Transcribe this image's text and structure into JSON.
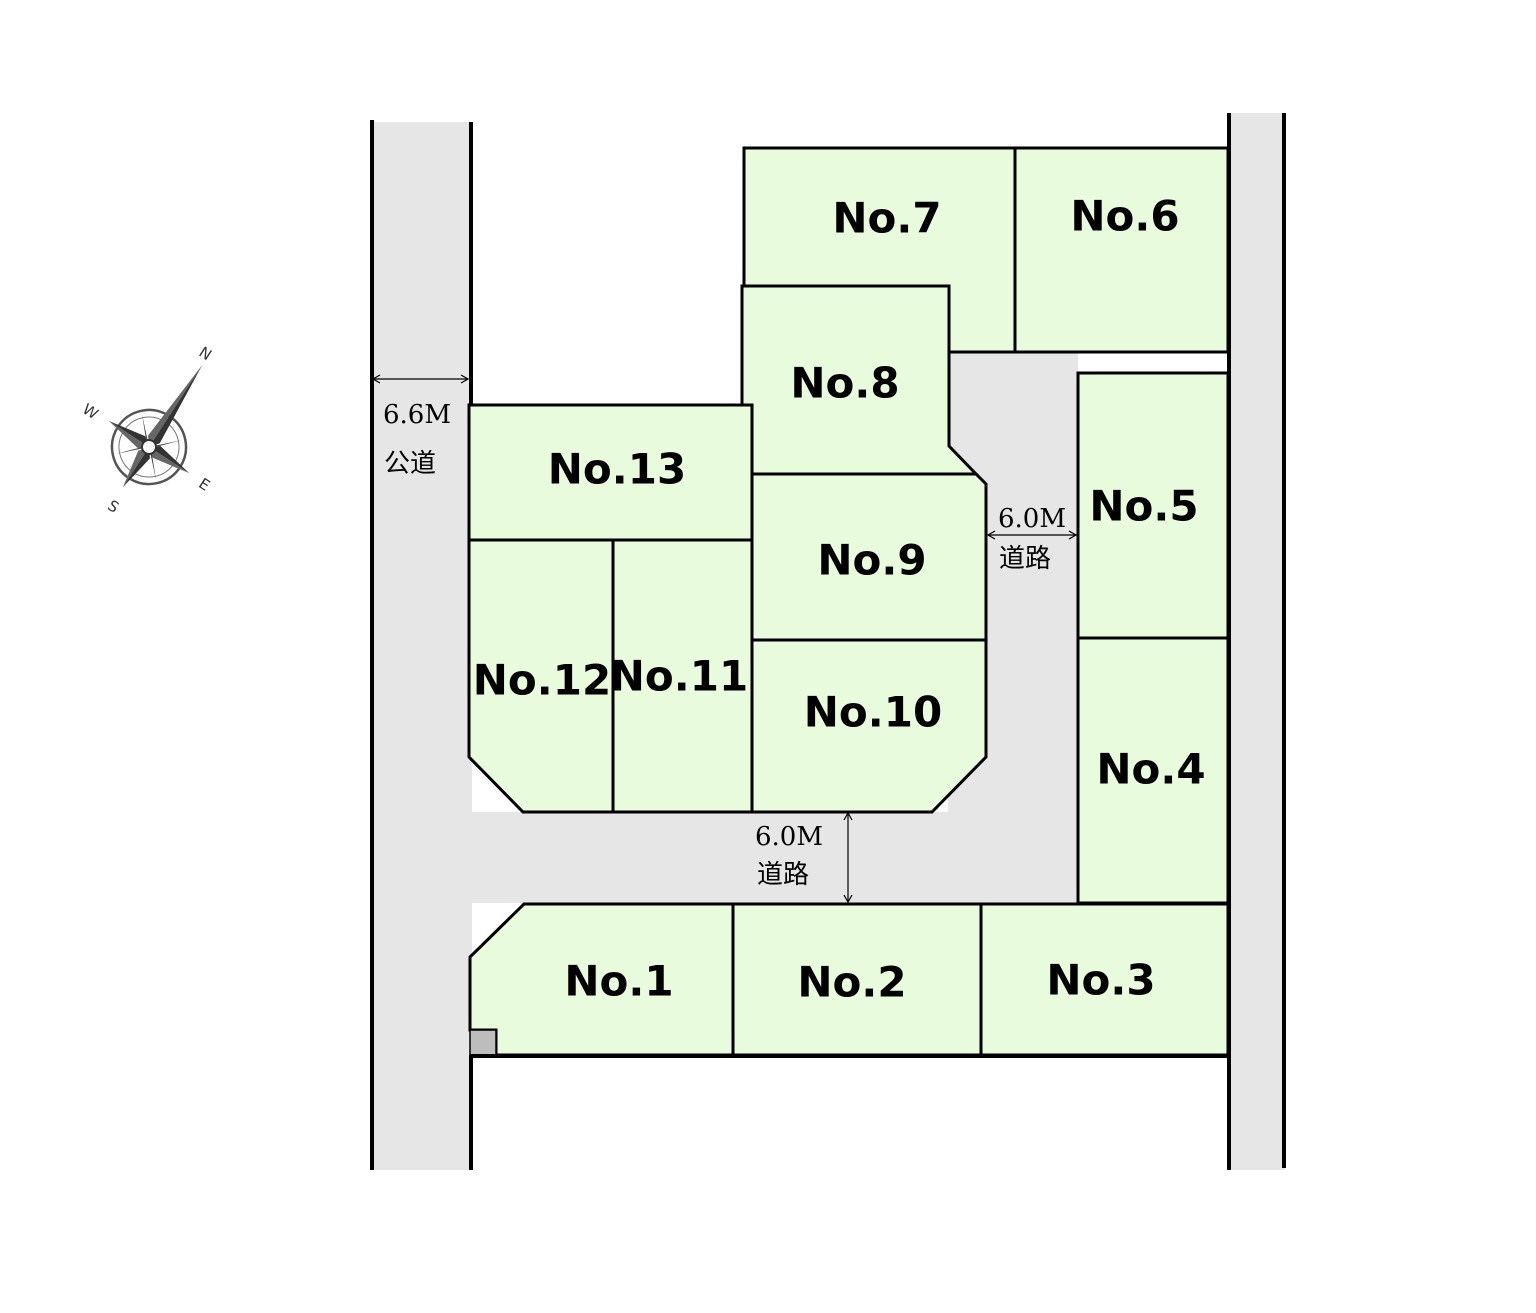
{
  "lots": [
    {
      "id": "lot-1",
      "label": "No.1"
    },
    {
      "id": "lot-2",
      "label": "No.2"
    },
    {
      "id": "lot-3",
      "label": "No.3"
    },
    {
      "id": "lot-4",
      "label": "No.4"
    },
    {
      "id": "lot-5",
      "label": "No.5"
    },
    {
      "id": "lot-6",
      "label": "No.6"
    },
    {
      "id": "lot-7",
      "label": "No.7"
    },
    {
      "id": "lot-8",
      "label": "No.8"
    },
    {
      "id": "lot-9",
      "label": "No.9"
    },
    {
      "id": "lot-10",
      "label": "No.10"
    },
    {
      "id": "lot-11",
      "label": "No.11"
    },
    {
      "id": "lot-12",
      "label": "No.12"
    },
    {
      "id": "lot-13",
      "label": "No.13"
    }
  ],
  "roads": {
    "public_road": {
      "width": "6.6M",
      "name": "公道"
    },
    "inner_road_vertical": {
      "width": "6.0M",
      "name": "道路"
    },
    "inner_road_horizontal": {
      "width": "6.0M",
      "name": "道路"
    }
  },
  "compass": {
    "north": "N",
    "south": "S",
    "east": "E",
    "west": "W"
  },
  "colors": {
    "lot_fill": "#e8fbdc",
    "road_fill": "#e6e6e6",
    "outline": "#000000"
  }
}
